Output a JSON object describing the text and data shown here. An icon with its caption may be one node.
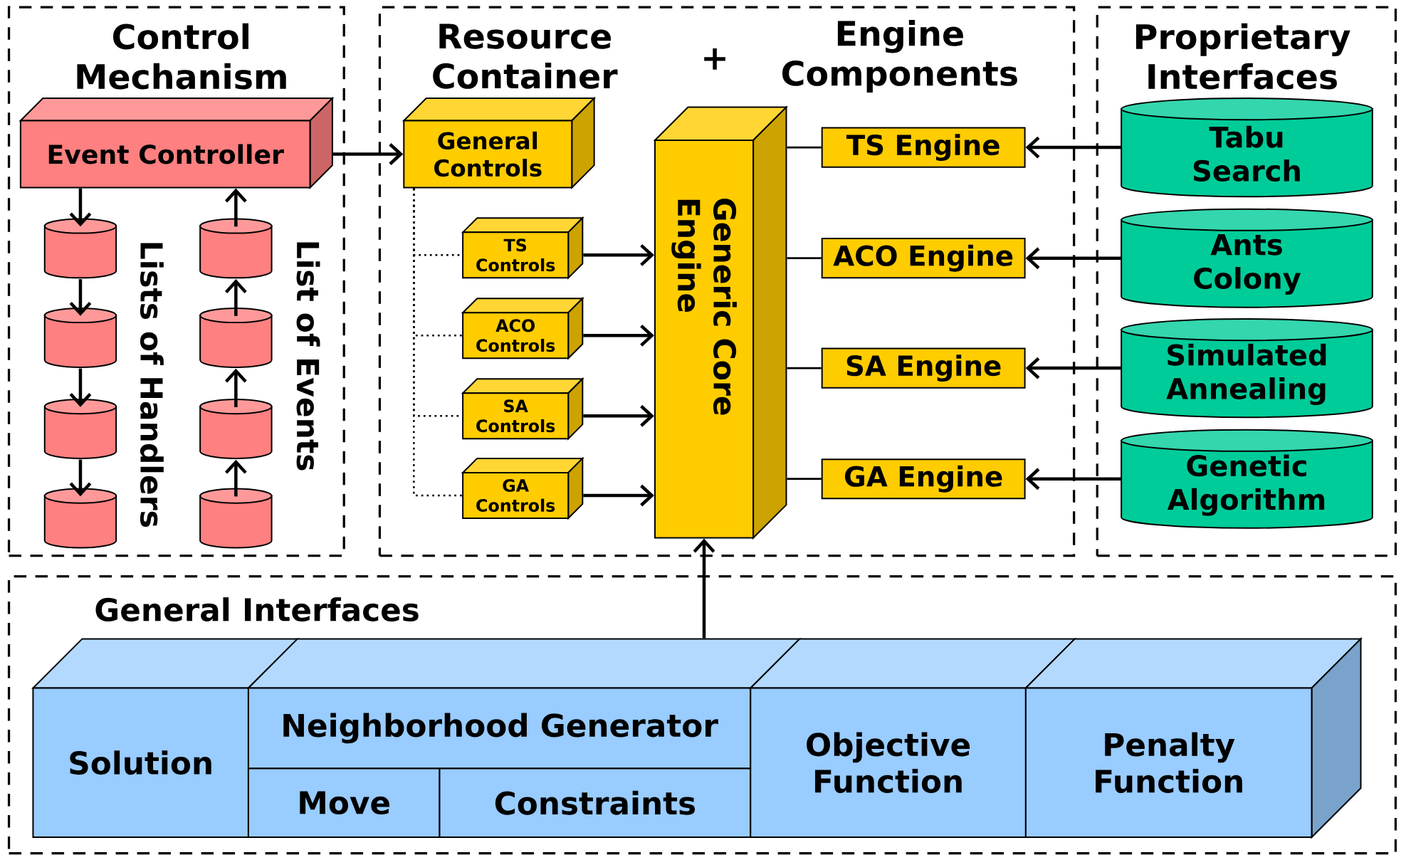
{
  "diagram": {
    "nodes": [
      {
        "text": [
          "Control Mechanism"
        ]
      },
      {
        "text": [
          "Event Controller"
        ],
        "in": 0
      },
      {
        "text": [],
        "shape": "cylinder",
        "in": 0
      },
      {
        "text": [],
        "shape": "cylinder",
        "in": 0
      },
      {
        "text": [],
        "shape": "cylinder",
        "in": 0
      },
      {
        "text": [],
        "shape": "cylinder",
        "in": 0
      },
      {
        "text": [],
        "shape": "cylinder",
        "in": 0
      },
      {
        "text": [],
        "shape": "cylinder",
        "in": 0
      },
      {
        "text": [],
        "shape": "cylinder",
        "in": 0
      },
      {
        "text": [],
        "shape": "cylinder",
        "in": 0
      },
      {
        "text": [
          "Resource Container",
          "+",
          "Engine Components"
        ]
      },
      {
        "text": [
          "General Controls"
        ],
        "in": 10
      },
      {
        "text": [
          "TS Controls"
        ],
        "in": 10
      },
      {
        "text": [
          "ACO Controls"
        ],
        "in": 10
      },
      {
        "text": [
          "SA Controls"
        ],
        "in": 10
      },
      {
        "text": [
          "GA Controls"
        ],
        "in": 10
      },
      {
        "text": [
          "Generic Core Engine"
        ],
        "in": 10
      },
      {
        "text": [
          "TS Engine"
        ],
        "in": 10
      },
      {
        "text": [
          "ACO Engine"
        ],
        "in": 10
      },
      {
        "text": [
          "SA Engine"
        ],
        "in": 10
      },
      {
        "text": [
          "GA Engine"
        ],
        "in": 10
      },
      {
        "text": [
          "Proprietary Interfaces"
        ]
      },
      {
        "text": [
          "Tabu Search"
        ],
        "in": 21
      },
      {
        "text": [
          "Ants Colony"
        ],
        "in": 21
      },
      {
        "text": [
          "Simulated Annealing"
        ],
        "in": 21
      },
      {
        "text": [
          "Genetic Algorithm"
        ],
        "in": 21
      },
      {
        "text": [
          "General Interfaces"
        ]
      },
      {
        "text": [
          "Solution"
        ],
        "in": 26
      },
      {
        "text": [
          "Neighborhood Generator"
        ],
        "in": 26
      },
      {
        "text": [
          "Move"
        ],
        "in": 26
      },
      {
        "text": [
          "Constraints"
        ],
        "in": 26
      },
      {
        "text": [
          "Objective Function"
        ],
        "in": 26
      },
      {
        "text": [
          "Penalty Function"
        ],
        "in": 26
      }
    ],
    "edges": [
      {
        "from": 1,
        "to": 11,
        "arrow": "to"
      },
      {
        "from": 1,
        "to": 2,
        "arrow": "to"
      },
      {
        "from": 2,
        "to": 3,
        "arrow": "to"
      },
      {
        "from": 3,
        "to": 4,
        "arrow": "to"
      },
      {
        "from": 4,
        "to": 5,
        "arrow": "to"
      },
      {
        "from": 9,
        "to": 8,
        "arrow": "to"
      },
      {
        "from": 8,
        "to": 7,
        "arrow": "to"
      },
      {
        "from": 7,
        "to": 6,
        "arrow": "to"
      },
      {
        "from": 6,
        "to": 1,
        "arrow": "to"
      },
      {
        "from": 11,
        "to": 12,
        "arrow": "none",
        "style": "dashed"
      },
      {
        "from": 11,
        "to": 13,
        "arrow": "none",
        "style": "dashed"
      },
      {
        "from": 11,
        "to": 14,
        "arrow": "none",
        "style": "dashed"
      },
      {
        "from": 11,
        "to": 15,
        "arrow": "none",
        "style": "dashed"
      },
      {
        "from": 12,
        "to": 16,
        "arrow": "to"
      },
      {
        "from": 13,
        "to": 16,
        "arrow": "to"
      },
      {
        "from": 14,
        "to": 16,
        "arrow": "to"
      },
      {
        "from": 15,
        "to": 16,
        "arrow": "to"
      },
      {
        "from": 16,
        "to": 17,
        "arrow": "none"
      },
      {
        "from": 16,
        "to": 18,
        "arrow": "none"
      },
      {
        "from": 16,
        "to": 19,
        "arrow": "none"
      },
      {
        "from": 16,
        "to": 20,
        "arrow": "none"
      },
      {
        "from": 22,
        "to": 17,
        "arrow": "to"
      },
      {
        "from": 23,
        "to": 18,
        "arrow": "to"
      },
      {
        "from": 24,
        "to": 19,
        "arrow": "to"
      },
      {
        "from": 25,
        "to": 20,
        "arrow": "to"
      },
      {
        "from": 28,
        "to": 16,
        "arrow": "to"
      }
    ],
    "labels": [
      "Lists of Handlers",
      "List of Events"
    ]
  }
}
